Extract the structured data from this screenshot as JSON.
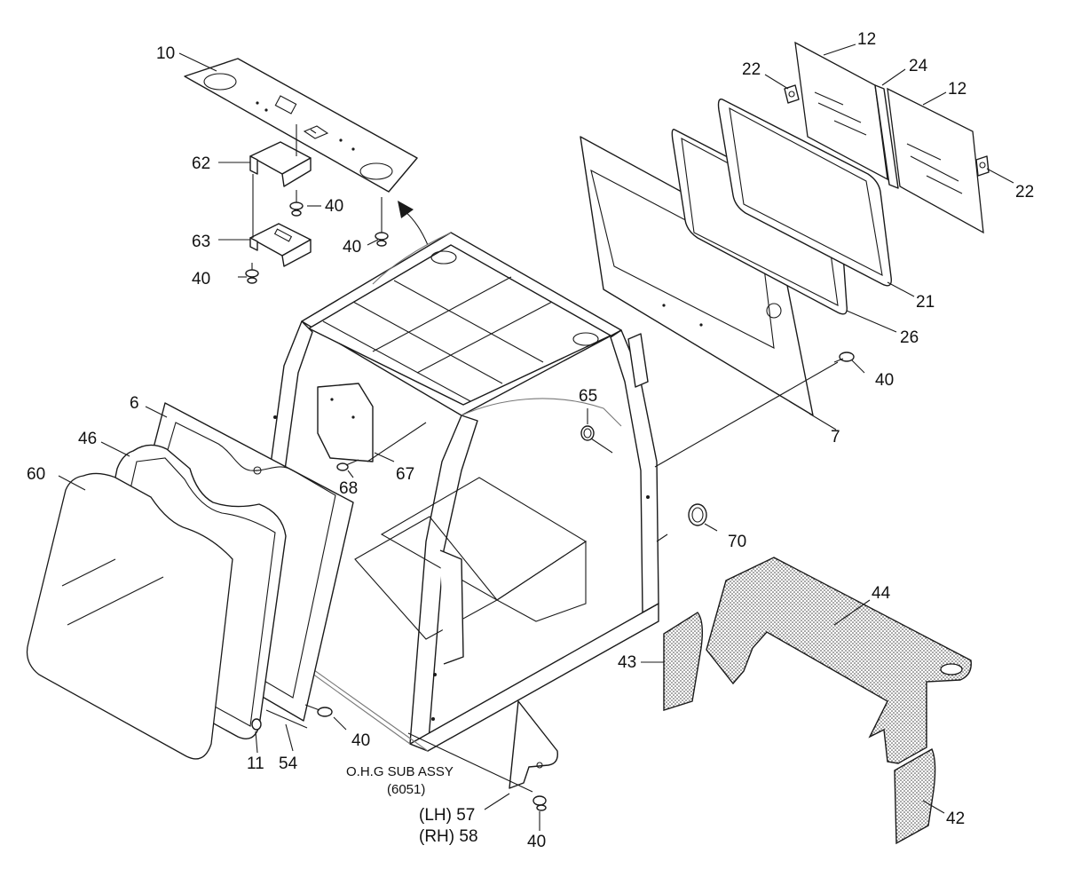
{
  "callouts": {
    "p10": "10",
    "p62": "62",
    "p63": "63",
    "p40a": "40",
    "p40b": "40",
    "p40c": "40",
    "p40d": "40",
    "p40e": "40",
    "p40f": "40",
    "p12a": "12",
    "p12b": "12",
    "p24": "24",
    "p22a": "22",
    "p22b": "22",
    "p21": "21",
    "p26": "26",
    "p7": "7",
    "p65": "65",
    "p70": "70",
    "p67": "67",
    "p68": "68",
    "p6": "6",
    "p46": "46",
    "p60": "60",
    "p11": "11",
    "p54": "54",
    "p44": "44",
    "p43": "43",
    "p42": "42",
    "p57": "(LH) 57",
    "p58": "(RH) 58"
  },
  "assembly_note": {
    "line1": "O.H.G SUB ASSY",
    "line2": "(6051)"
  }
}
